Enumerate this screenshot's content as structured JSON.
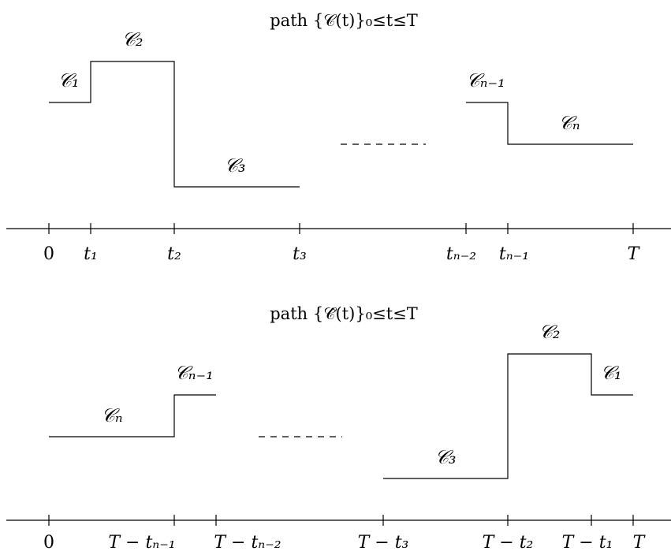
{
  "top": {
    "title": "path {𝒞(t)}₀≤t≤T",
    "segments": [
      "𝒞₁",
      "𝒞₂",
      "𝒞₃",
      "𝒞ₙ₋₁",
      "𝒞ₙ"
    ],
    "ticks": [
      "0",
      "t₁",
      "t₂",
      "t₃",
      "tₙ₋₂",
      "tₙ₋₁",
      "T"
    ]
  },
  "bottom": {
    "title": "path {𝒞̂(t)}₀≤t≤T",
    "segments": [
      "𝒞ₙ",
      "𝒞ₙ₋₁",
      "𝒞₃",
      "𝒞₂",
      "𝒞₁"
    ],
    "ticks": [
      "0",
      "T − tₙ₋₁",
      "T − tₙ₋₂",
      "T − t₃",
      "T − t₂",
      "T − t₁",
      "T"
    ]
  }
}
